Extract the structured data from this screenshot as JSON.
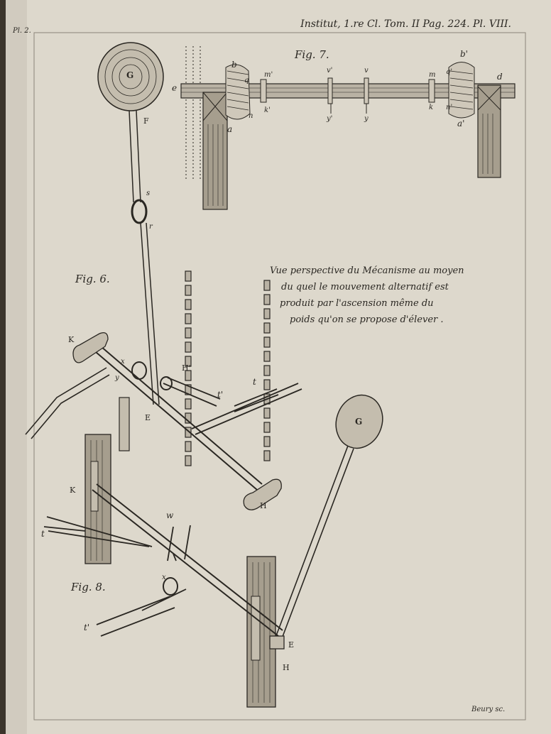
{
  "header": {
    "plate_ref": "Institut, 1.re Cl. Tom. II Pag. 224. Pl. VIII.",
    "corner_mark": "Pl. 2."
  },
  "figures": {
    "fig7": {
      "title": "Fig. 7.",
      "labels": [
        "e",
        "b",
        "q",
        "m'",
        "v'",
        "v",
        "m",
        "q'",
        "b'",
        "d",
        "k'",
        "n",
        "a",
        "y'",
        "y",
        "k",
        "n'",
        "a'"
      ]
    },
    "fig6": {
      "title": "Fig. 6.",
      "caption": [
        "Vue perspective du Mécanisme au moyen",
        "du quel le mouvement alternatif est",
        "produit par l'ascension même du",
        "poids qu'on se propose d'élever ."
      ],
      "labels": [
        "G",
        "F",
        "s",
        "r",
        "K",
        "x",
        "y",
        "H'",
        "t'",
        "t",
        "E",
        "H"
      ]
    },
    "fig8": {
      "title": "Fig. 8.",
      "labels": [
        "G",
        "K",
        "w",
        "t",
        "x",
        "t'",
        "E",
        "H"
      ]
    }
  },
  "footer": {
    "engraver": "Beury sc."
  },
  "colors": {
    "paper": "#ddd8cc",
    "ink": "#2a2722",
    "binding": "#3b342b"
  }
}
